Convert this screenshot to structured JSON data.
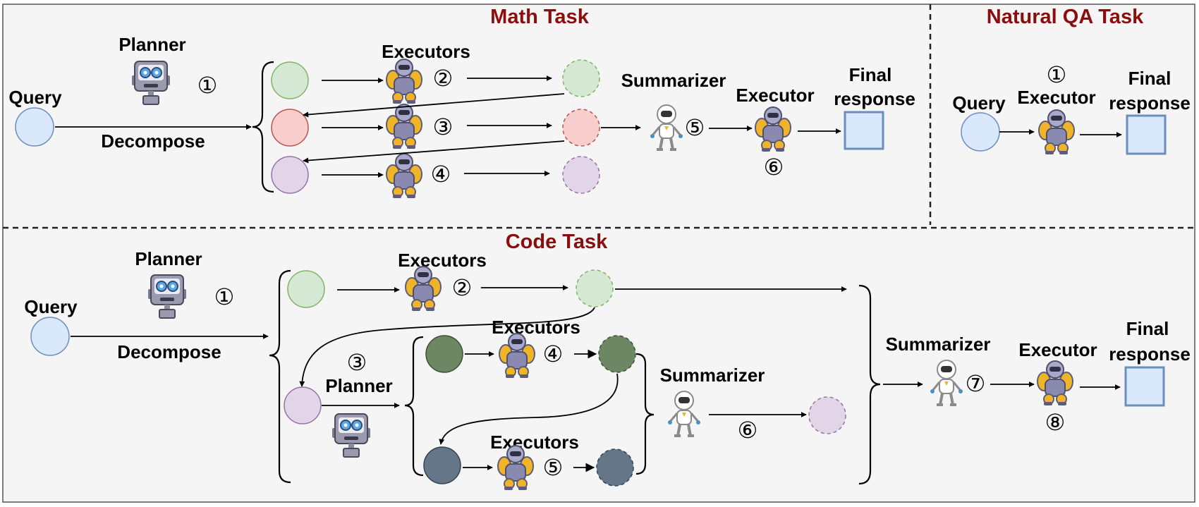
{
  "colors": {
    "title": "#8b0d0d",
    "background": "#f5f5f5",
    "query_fill": "#dae8fc",
    "query_stroke": "#6c8ebf",
    "green_light_fill": "#d5e8d4",
    "green_light_stroke": "#82b366",
    "red_fill": "#f8cecc",
    "red_stroke": "#b85450",
    "purple_fill": "#e1d5e7",
    "purple_stroke": "#9673a6",
    "green_dark_fill": "#6d8764",
    "slate_fill": "#647687"
  },
  "icons": {
    "planner": "planner-robot-icon",
    "executor": "executor-robot-icon",
    "summarizer": "summarizer-robot-icon"
  },
  "math": {
    "title": "Math Task",
    "query": "Query",
    "planner": "Planner",
    "decompose": "Decompose",
    "executors": "Executors",
    "summarizer": "Summarizer",
    "executor": "Executor",
    "final_line1": "Final",
    "final_line2": "response",
    "step1": "①",
    "step2": "②",
    "step3": "③",
    "step4": "④",
    "step5": "⑤",
    "step6": "⑥"
  },
  "qa": {
    "title": "Natural QA Task",
    "query": "Query",
    "executor": "Executor",
    "final_line1": "Final",
    "final_line2": "response",
    "step1": "①"
  },
  "code": {
    "title": "Code Task",
    "query": "Query",
    "planner": "Planner",
    "decompose": "Decompose",
    "executors_top": "Executors",
    "executors_mid": "Executors",
    "executors_bottom": "Executors",
    "planner2": "Planner",
    "summarizer_inner": "Summarizer",
    "summarizer": "Summarizer",
    "executor": "Executor",
    "final_line1": "Final",
    "final_line2": "response",
    "step1": "①",
    "step2": "②",
    "step3": "③",
    "step4": "④",
    "step5": "⑤",
    "step6": "⑥",
    "step7": "⑦",
    "step8": "⑧"
  }
}
